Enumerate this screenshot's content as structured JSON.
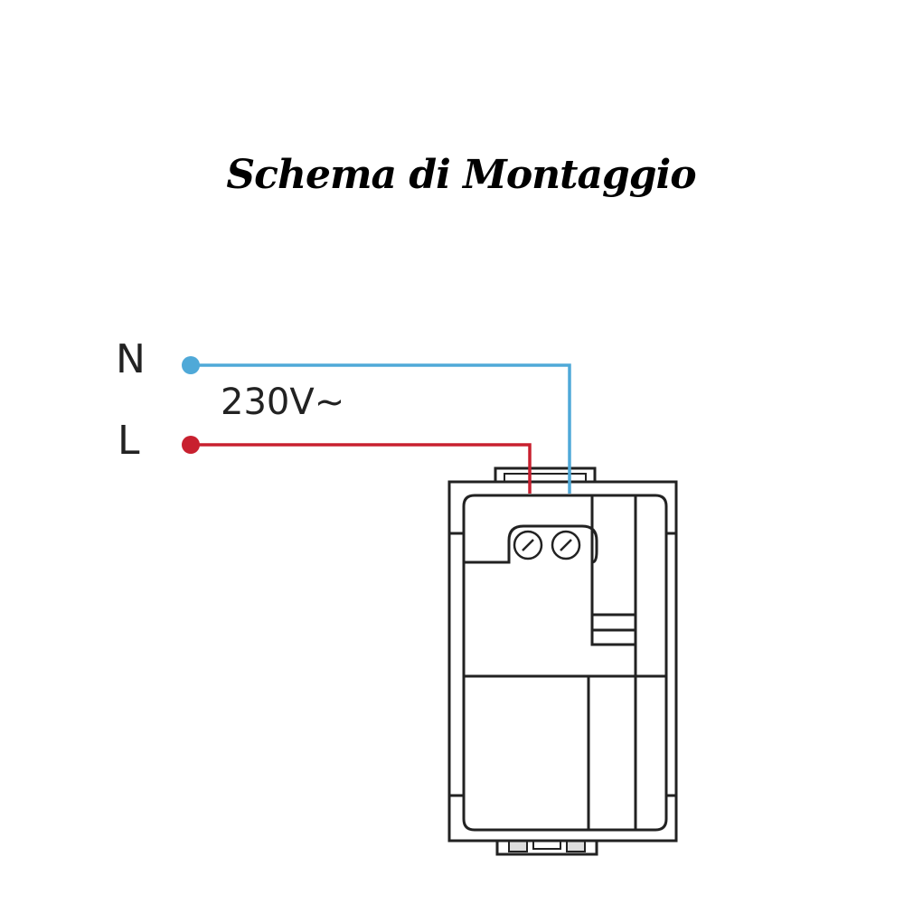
{
  "title": "Schema di Montaggio",
  "labels": {
    "neutral": "N",
    "line": "L",
    "voltage": "230V~"
  },
  "colors": {
    "neutral_wire": "#4fa9d8",
    "line_wire": "#c8202f",
    "outline": "#222222"
  }
}
